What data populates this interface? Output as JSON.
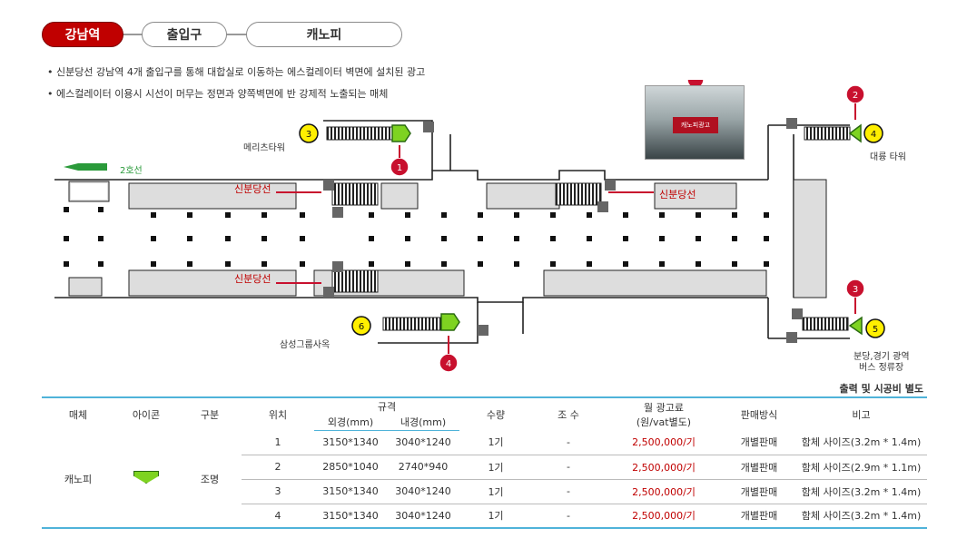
{
  "breadcrumb": {
    "items": [
      {
        "label": "강남역",
        "active": true
      },
      {
        "label": "출입구",
        "active": false
      },
      {
        "label": "캐노피",
        "active": false
      }
    ]
  },
  "description": [
    "• 신분당선 강남역 4개 출입구를 통해 대합실로 이동하는 에스컬레이터 벽면에 설치된 광고",
    "• 에스컬레이터 이용시 시선이 머무는 정면과 양쪽벽면에 반 강제적 노출되는 매체"
  ],
  "map": {
    "exit_labels": {
      "exit3": "메리츠타워",
      "exit4": "대륭 타워",
      "exit5_line1": "분당,경기 광역",
      "exit5_line2": "버스 정류장",
      "exit6": "삼성그룹사옥",
      "line2": "2호선"
    },
    "exit_numbers": [
      "3",
      "4",
      "5",
      "6"
    ],
    "ad_numbers": [
      "1",
      "2",
      "3",
      "4"
    ],
    "shinbundang_label": "신분당선",
    "photo_sign": "캐노피광고"
  },
  "note": "출력 및 시공비 별도",
  "table": {
    "headers": {
      "media": "매체",
      "icon": "아이콘",
      "type": "구분",
      "location": "위치",
      "spec": "규격",
      "outer": "외경(mm)",
      "inner": "내경(mm)",
      "qty": "수량",
      "sets": "조 수",
      "fee_line1": "월 광고료",
      "fee_line2": "(원/vat별도)",
      "sales": "판매방식",
      "remark": "비고"
    },
    "media": "캐노피",
    "type": "조명",
    "rows": [
      {
        "loc": "1",
        "outer": "3150*1340",
        "inner": "3040*1240",
        "qty": "1기",
        "sets": "-",
        "fee": "2,500,000/기",
        "sales": "개별판매",
        "remark": "함체 사이즈(3.2m * 1.4m)"
      },
      {
        "loc": "2",
        "outer": "2850*1040",
        "inner": "2740*940",
        "qty": "1기",
        "sets": "-",
        "fee": "2,500,000/기",
        "sales": "개별판매",
        "remark": "함체 사이즈(2.9m * 1.1m)"
      },
      {
        "loc": "3",
        "outer": "3150*1340",
        "inner": "3040*1240",
        "qty": "1기",
        "sets": "-",
        "fee": "2,500,000/기",
        "sales": "개별판매",
        "remark": "함체 사이즈(3.2m * 1.4m)"
      },
      {
        "loc": "4",
        "outer": "3150*1340",
        "inner": "3040*1240",
        "qty": "1기",
        "sets": "-",
        "fee": "2,500,000/기",
        "sales": "개별판매",
        "remark": "함체 사이즈(3.2m * 1.4m)"
      }
    ]
  }
}
